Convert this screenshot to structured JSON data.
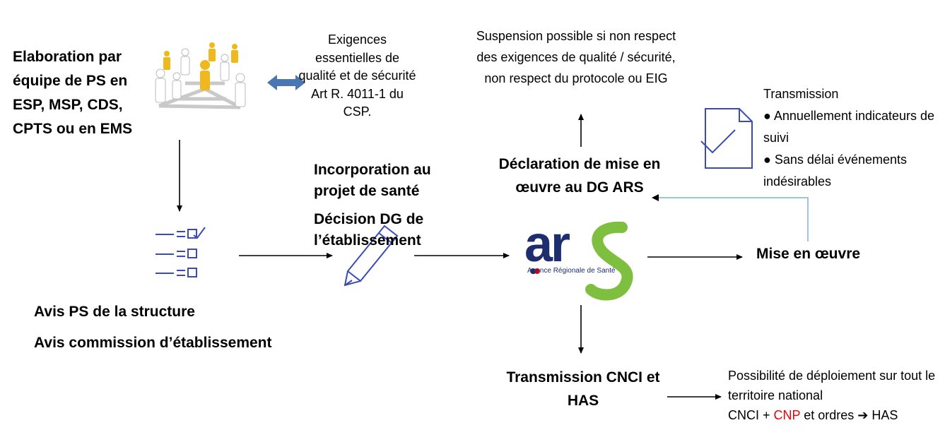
{
  "texts": {
    "elaboration": "Elaboration par équipe de PS en ESP, MSP, CDS, CPTS ou en EMS",
    "exigences": "Exigences essentielles de qualité et de sécurité Art R. 4011-1 du CSP.",
    "suspension": "Suspension possible si non respect des exigences de qualité / sécurité, non respect du protocole ou EIG",
    "transmission_title": "Transmission",
    "transmission_b1": "● Annuellement indicateurs de suivi",
    "transmission_b2": "● Sans délai événements indésirables",
    "incorporation": "Incorporation au projet de santé",
    "decision": "Décision DG de l’établissement",
    "declaration": "Déclaration de mise en œuvre au DG ARS",
    "mise_en_oeuvre": "Mise en œuvre",
    "avis_ps": "Avis PS de la structure",
    "avis_commission": "Avis commission d’établissement",
    "transmission_cnci": "Transmission CNCI et HAS",
    "possibilite_1": "Possibilité de déploiement sur tout le territoire national",
    "possibilite_cnci": "CNCI + ",
    "possibilite_cnp": "CNP",
    "possibilite_ordres": " et ordres ",
    "possibilite_arrow": "➔",
    "possibilite_has": " HAS"
  },
  "ars_logo": {
    "letters_ar": "ar",
    "letter_s": "S",
    "subtitle": "Agence Régionale de Santé"
  },
  "colors": {
    "ars_blue": "#1e2d6e",
    "ars_green": "#7fbf3f",
    "icon_blue": "#3b4bb5",
    "double_arrow": "#4a76b2",
    "feedback_line": "#9dc3e6",
    "cnp_red": "#e8000b",
    "people_gold": "#f0b81e"
  },
  "icons": [
    "people-network-icon",
    "checklist-icon",
    "pen-icon",
    "document-check-icon"
  ]
}
